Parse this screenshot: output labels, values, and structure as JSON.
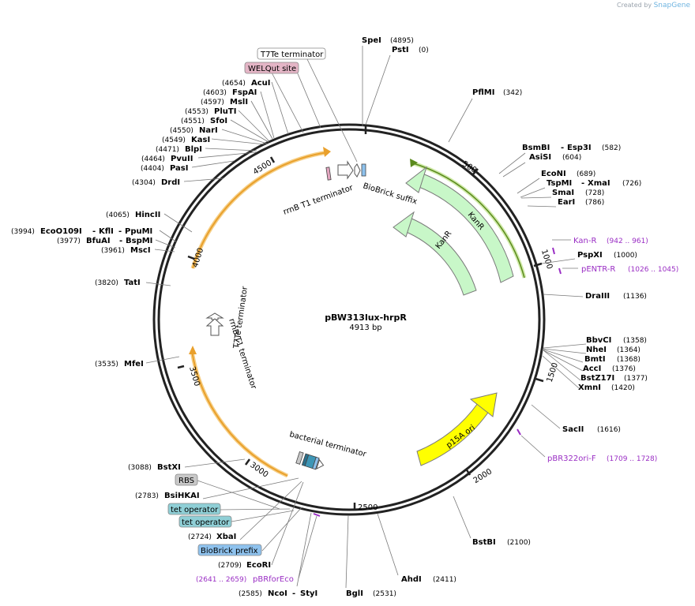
{
  "credit": {
    "prefix": "Created by",
    "brand": "SnapGene"
  },
  "plasmid": {
    "name": "pBW313lux-hrpR",
    "length_label": "4913 bp",
    "length": 4913
  },
  "ticks": [
    "500",
    "1000",
    "1500",
    "2000",
    "2500",
    "3000",
    "3500",
    "4000",
    "4500"
  ],
  "enzymes": [
    {
      "name": "SpeI",
      "pos": "(4895)"
    },
    {
      "name": "PstI",
      "pos": "(0)"
    },
    {
      "name": "PflMI",
      "pos": "(342)"
    },
    {
      "name": "BsmBI",
      "name2": "Esp3I",
      "pos": "(582)"
    },
    {
      "name": "AsiSI",
      "pos": "(604)"
    },
    {
      "name": "EcoNI",
      "pos": "(689)"
    },
    {
      "name": "TspMI",
      "name2": "XmaI",
      "pos": "(726)"
    },
    {
      "name": "SmaI",
      "pos": "(728)"
    },
    {
      "name": "EarI",
      "pos": "(786)"
    },
    {
      "name": "PspXI",
      "pos": "(1000)"
    },
    {
      "name": "DraIII",
      "pos": "(1136)"
    },
    {
      "name": "BbvCI",
      "pos": "(1358)"
    },
    {
      "name": "NheI",
      "pos": "(1364)"
    },
    {
      "name": "BmtI",
      "pos": "(1368)"
    },
    {
      "name": "AccI",
      "pos": "(1376)"
    },
    {
      "name": "BstZ17I",
      "pos": "(1377)"
    },
    {
      "name": "XmnI",
      "pos": "(1420)"
    },
    {
      "name": "SacII",
      "pos": "(1616)"
    },
    {
      "name": "BstBI",
      "pos": "(2100)"
    },
    {
      "name": "AhdI",
      "pos": "(2411)"
    },
    {
      "name": "BglI",
      "pos": "(2531)"
    },
    {
      "name": "NcoI",
      "name2": "StyI",
      "pos": "(2585)"
    },
    {
      "name": "EcoRI",
      "pos": "(2709)"
    },
    {
      "name": "XbaI",
      "pos": "(2724)"
    },
    {
      "name": "BsiHKAI",
      "pos": "(2783)"
    },
    {
      "name": "BstXI",
      "pos": "(3088)"
    },
    {
      "name": "MfeI",
      "pos": "(3535)"
    },
    {
      "name": "TatI",
      "pos": "(3820)"
    },
    {
      "name": "MscI",
      "pos": "(3961)"
    },
    {
      "name": "BfuAI",
      "name2": "BspMI",
      "pos": "(3977)"
    },
    {
      "name": "EcoO109I",
      "name2": "KflI",
      "name3": "PpuMI",
      "pos": "(3994)"
    },
    {
      "name": "HincII",
      "pos": "(4065)"
    },
    {
      "name": "DrdI",
      "pos": "(4304)"
    },
    {
      "name": "PasI",
      "pos": "(4404)"
    },
    {
      "name": "PvuII",
      "pos": "(4464)"
    },
    {
      "name": "BlpI",
      "pos": "(4471)"
    },
    {
      "name": "KasI",
      "pos": "(4549)"
    },
    {
      "name": "NarI",
      "pos": "(4550)"
    },
    {
      "name": "SfoI",
      "pos": "(4551)"
    },
    {
      "name": "PluTI",
      "pos": "(4553)"
    },
    {
      "name": "MslI",
      "pos": "(4597)"
    },
    {
      "name": "FspAI",
      "pos": "(4603)"
    },
    {
      "name": "AcuI",
      "pos": "(4654)"
    }
  ],
  "primers": [
    {
      "name": "Kan-R",
      "range": "(942 .. 961)"
    },
    {
      "name": "pENTR-R",
      "range": "(1026 .. 1045)"
    },
    {
      "name": "pBR322ori-F",
      "range": "(1709 .. 1728)"
    },
    {
      "name": "pBRforEco",
      "range": "(2641 .. 2659)"
    }
  ],
  "boxed_labels": [
    {
      "text": "T7Te terminator",
      "fill": "#ffffff"
    },
    {
      "text": "WELQut site",
      "fill": "#e4b5c6"
    },
    {
      "text": "RBS",
      "fill": "#c8c8c8"
    },
    {
      "text": "tet operator",
      "fill": "#8fcfd6"
    },
    {
      "text": "tet operator",
      "fill": "#8fcfd6"
    },
    {
      "text": "BioBrick prefix",
      "fill": "#8ec2ee"
    }
  ],
  "features": [
    {
      "text": "rrnB T1 terminator"
    },
    {
      "text": "BioBrick suffix"
    },
    {
      "text": "KanR"
    },
    {
      "text": "KanR"
    },
    {
      "text": "T7Te terminator"
    },
    {
      "text": "rrnB T1 terminator"
    },
    {
      "text": "bacterial terminator"
    },
    {
      "text": "p15A ori"
    }
  ],
  "colors": {
    "backbone": "#222222",
    "kanr_fill": "#c8f7c8",
    "kanr_edge": "#8acb52",
    "ori_fill": "#ffff00",
    "orange_arc": "#f0a030",
    "primer": "#9a2ec4"
  }
}
